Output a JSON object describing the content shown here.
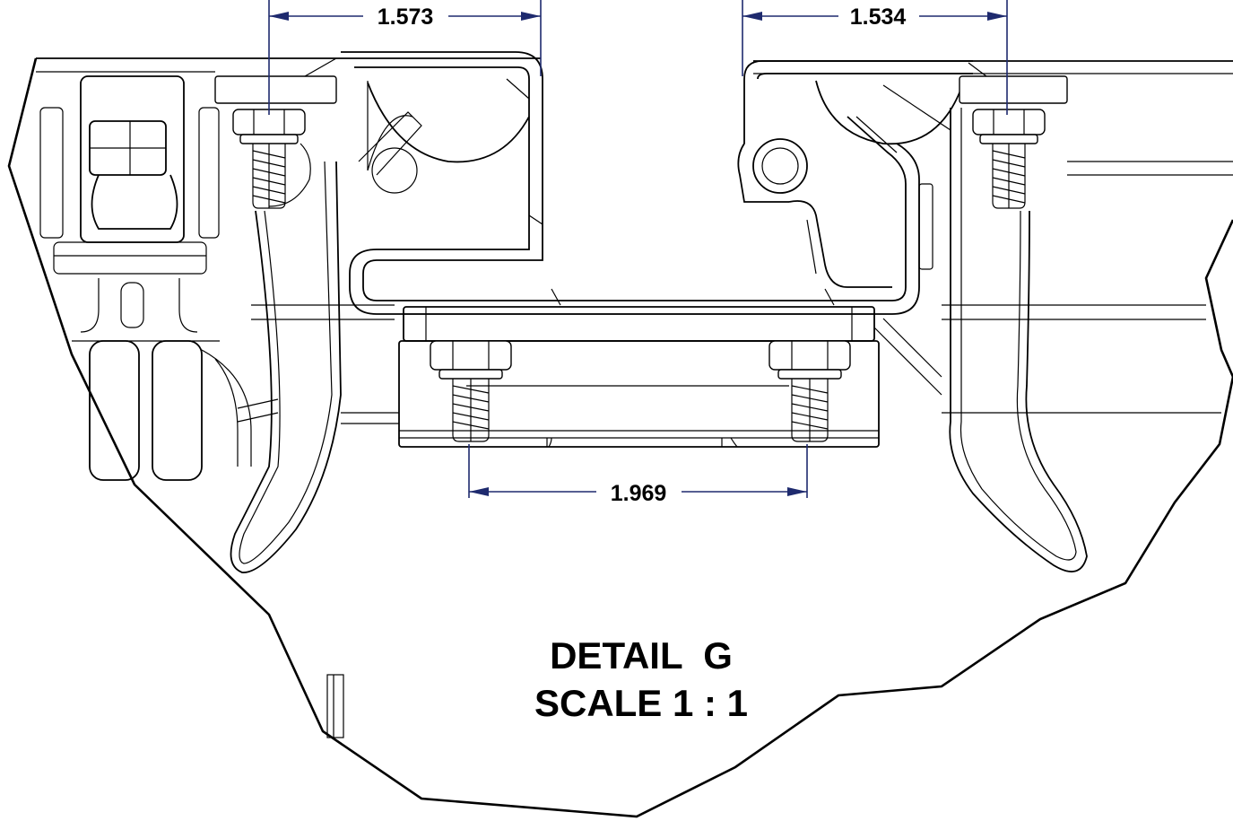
{
  "detail": {
    "title_line1": "DETAIL  G",
    "title_line2": "SCALE 1 : 1"
  },
  "dimensions": [
    {
      "id": "left-top",
      "label": "1.573"
    },
    {
      "id": "right-top",
      "label": "1.534"
    },
    {
      "id": "bottom",
      "label": "1.969"
    }
  ],
  "colors": {
    "line": "#000000",
    "dimension": "#1e2a6e",
    "background": "#ffffff"
  }
}
